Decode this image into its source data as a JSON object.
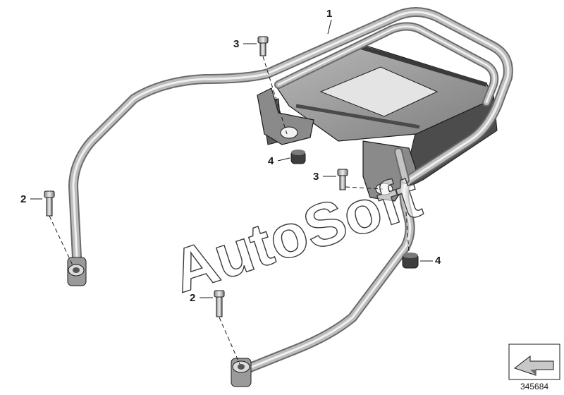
{
  "callouts": [
    {
      "id": "c1",
      "label": "1"
    },
    {
      "id": "c2a",
      "label": "2"
    },
    {
      "id": "c2b",
      "label": "2"
    },
    {
      "id": "c3a",
      "label": "3"
    },
    {
      "id": "c3b",
      "label": "3"
    },
    {
      "id": "c4a",
      "label": "4"
    },
    {
      "id": "c4b",
      "label": "4"
    }
  ],
  "watermark": "AutoSoft",
  "diagram_number": "345684",
  "colors": {
    "tube_dark": "#6e6e6e",
    "tube_mid": "#b4b4b4",
    "tube_light": "#ececec",
    "plate": "#9a9a9a",
    "plate_dark": "#5a5a5a",
    "line": "#1a1a1a"
  }
}
